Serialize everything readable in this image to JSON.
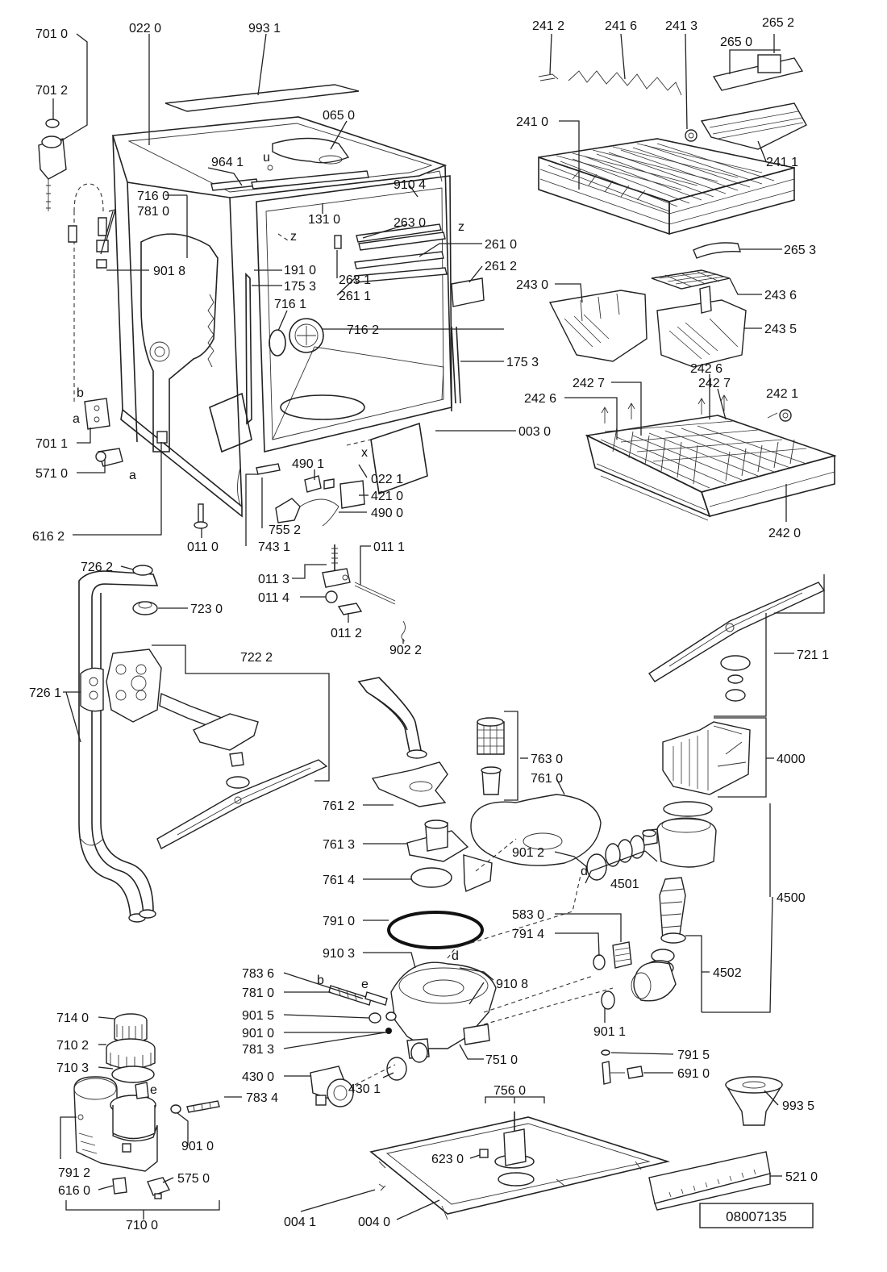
{
  "document_number": "08007135",
  "parts": {
    "p7010": "701 0",
    "p0220": "022 0",
    "p9931": "993 1",
    "p7012": "701 2",
    "p0650": "065 0",
    "p9641": "964 1",
    "p7160": "716 0",
    "p7810a": "781 0",
    "p9018": "901 8",
    "p1310": "131 0",
    "p9104": "910 4",
    "p2630": "263 0",
    "p2610": "261 0",
    "p2612": "261 2",
    "p1910": "191 0",
    "p1753a": "175 3",
    "p2631": "263 1",
    "p2611": "261 1",
    "p7161": "716 1",
    "p7162": "716 2",
    "p1753b": "175 3",
    "p0030": "003 0",
    "p7011": "701 1",
    "p5710": "571 0",
    "p4901": "490 1",
    "p0221": "022 1",
    "p4210": "421 0",
    "p4900": "490 0",
    "p7552": "755 2",
    "p6162": "616 2",
    "p0110": "011 0",
    "p7431": "743 1",
    "p2412": "241 2",
    "p2416": "241 6",
    "p2413": "241 3",
    "p2652": "265 2",
    "p2650": "265 0",
    "p2410": "241 0",
    "p2411": "241 1",
    "p2653": "265 3",
    "p2430": "243 0",
    "p2436": "243 6",
    "p2435": "243 5",
    "p2426a": "242 6",
    "p2427a": "242 7",
    "p2427b": "242 7",
    "p2426b": "242 6",
    "p2421": "242 1",
    "p2420": "242 0",
    "p7262": "726 2",
    "p7230": "723 0",
    "p0111": "011 1",
    "p0113": "011 3",
    "p0114": "011 4",
    "p0112": "011 2",
    "p9022": "902 2",
    "p7222": "722 2",
    "p7261": "726 1",
    "p7211": "721 1",
    "p7630": "763 0",
    "p7610": "761 0",
    "p4000": "4000",
    "p7612": "761 2",
    "p7613": "761 3",
    "p7614": "761 4",
    "p9012": "901 2",
    "p4501": "4501",
    "p4500": "4500",
    "p7910": "791 0",
    "p5830": "583 0",
    "p7914": "791 4",
    "p9103": "910 3",
    "p9108": "910 8",
    "p4502": "4502",
    "p7836": "783 6",
    "p7810b": "781 0",
    "p9015": "901 5",
    "p9010a": "901 0",
    "p7813": "781 3",
    "p7510": "751 0",
    "p9011": "901 1",
    "p7140": "714 0",
    "p7102": "710 2",
    "p7103": "710 3",
    "p4300": "430 0",
    "p4301": "430 1",
    "p7834": "783 4",
    "p9010b": "901 0",
    "p7912": "791 2",
    "p6160": "616 0",
    "p5750": "575 0",
    "p7100": "710 0",
    "p7915": "791 5",
    "p6910": "691 0",
    "p9935": "993 5",
    "p7560": "756 0",
    "p6230": "623 0",
    "p5210": "521 0",
    "p0041": "004 1",
    "p0040": "004 0"
  },
  "markers": {
    "a1": "a",
    "a2": "a",
    "b1": "b",
    "b2": "b",
    "d1": "d",
    "d2": "d",
    "e1": "e",
    "e2": "e",
    "z1": "z",
    "z2": "z",
    "x1": "x",
    "u1": "u"
  }
}
